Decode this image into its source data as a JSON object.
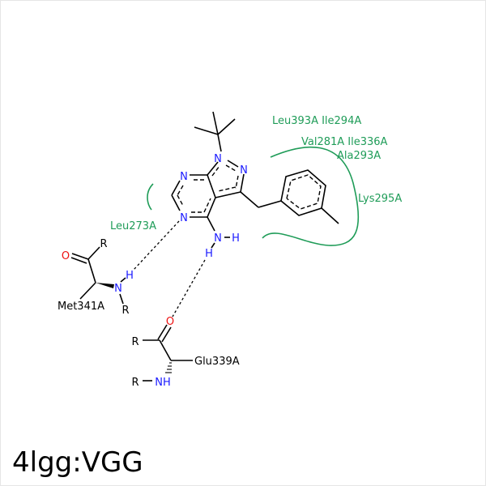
{
  "title": "4lgg:VGG",
  "colors": {
    "hydrophobic": "#1f9c58",
    "nitrogen": "#1a1aff",
    "oxygen": "#ee1111",
    "carbon": "#000000"
  },
  "ligand_atoms": {
    "n1": "N",
    "n2": "N",
    "n7": "N",
    "n5": "N",
    "nh_n": "N",
    "nh_h1": "H",
    "nh_h2": "H"
  },
  "hydrophobic_residues": {
    "leu273": "Leu273A",
    "group1": "Leu393A Ile294A",
    "group2": "Val281A Ile336A",
    "ala293": "Ala293A",
    "lys295": "Lys295A"
  },
  "met341": {
    "label": "Met341A",
    "o": "O",
    "r1": "R",
    "n": "N",
    "h": "H",
    "r2": "R"
  },
  "glu339": {
    "label": "Glu339A",
    "o": "O",
    "r1": "R",
    "nh": "NH",
    "r2": "R"
  }
}
